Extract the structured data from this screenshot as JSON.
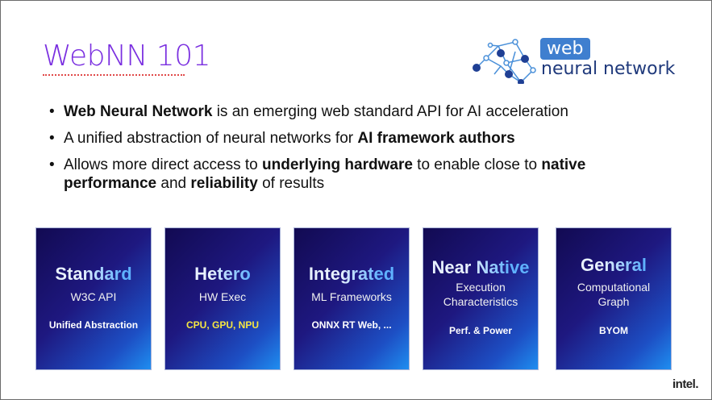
{
  "title": "WebNN 101",
  "logo": {
    "badge": "web",
    "text": "neural network"
  },
  "bullets": [
    {
      "parts": [
        {
          "b": true,
          "t": "Web Neural Network"
        },
        {
          "b": false,
          "t": " is an emerging web standard API for AI acceleration"
        }
      ]
    },
    {
      "parts": [
        {
          "b": false,
          "t": "A unified abstraction of neural networks for "
        },
        {
          "b": true,
          "t": "AI framework authors"
        }
      ]
    },
    {
      "parts": [
        {
          "b": false,
          "t": "Allows more direct access to "
        },
        {
          "b": true,
          "t": "underlying hardware"
        },
        {
          "b": false,
          "t": " to enable close to "
        },
        {
          "b": true,
          "t": "native performance"
        },
        {
          "b": false,
          "t": " and "
        },
        {
          "b": true,
          "t": "reliability"
        },
        {
          "b": false,
          "t": " of results"
        }
      ]
    }
  ],
  "cards": [
    {
      "heading": "Standard",
      "sub": "W3C API",
      "detail": "Unified Abstraction",
      "detail_color": "#ffffff"
    },
    {
      "heading": "Hetero",
      "sub": "HW Exec",
      "detail": "CPU, GPU, NPU",
      "detail_color": "#f5e642"
    },
    {
      "heading": "Integrated",
      "sub": "ML Frameworks",
      "detail": "ONNX RT Web, ...",
      "detail_color": "#ffffff"
    },
    {
      "heading": "Near Native",
      "sub": "Execution Characteristics",
      "detail": "Perf. & Power",
      "detail_color": "#ffffff"
    },
    {
      "heading": "General",
      "sub": "Computational Graph",
      "detail": "BYOM",
      "detail_color": "#ffffff"
    }
  ],
  "footer_brand": "intel."
}
